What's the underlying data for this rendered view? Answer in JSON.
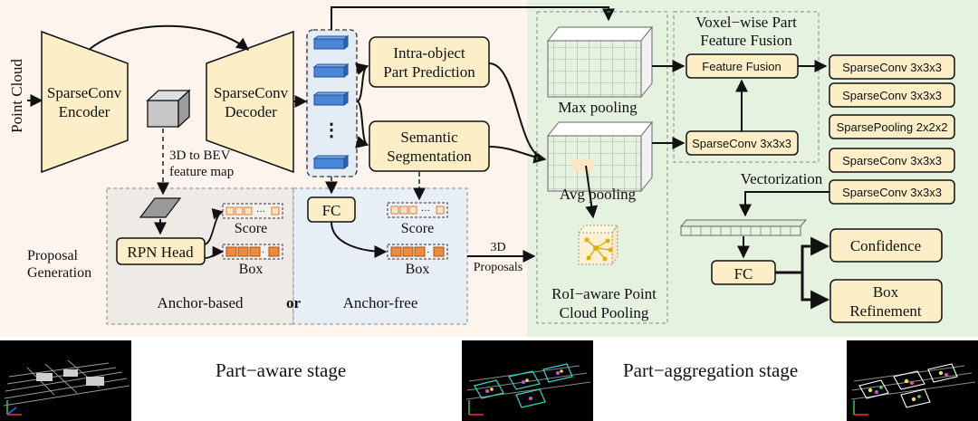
{
  "labels": {
    "point_cloud": "Point Cloud",
    "encoder_1": "SparseConv",
    "encoder_2": "Encoder",
    "decoder_1": "SparseConv",
    "decoder_2": "Decoder",
    "bev_1": "3D to BEV",
    "bev_2": "feature map",
    "fc_dots": "⋮",
    "intra_1": "Intra-object",
    "intra_2": "Part Prediction",
    "seg_1": "Semantic",
    "seg_2": "Segmentation",
    "proposal_1": "Proposal",
    "proposal_2": "Generation",
    "rpn_head": "RPN Head",
    "score_left": "Score",
    "box_left": "Box",
    "anchor_based": "Anchor-based",
    "or": "or",
    "anchor_free": "Anchor-free",
    "fc_free": "FC",
    "score_right": "Score",
    "box_right": "Box",
    "proposals_1": "3D",
    "proposals_2": "Proposals",
    "max_pooling": "Max pooling",
    "avg_pooling": "Avg pooling",
    "roi_1": "RoI−aware Point",
    "roi_2": "Cloud Pooling",
    "fusion_title_1": "Voxel−wise Part",
    "fusion_title_2": "Feature Fusion",
    "feature_fusion": "Feature Fusion",
    "sparseconv_small": "SparseConv 3x3x3",
    "vectorization": "Vectorization",
    "fc_head": "FC",
    "confidence": "Confidence",
    "box_ref_1": "Box",
    "box_ref_2": "Refinement",
    "stage_aware": "Part−aware stage",
    "stage_aggregation": "Part−aggregation stage"
  },
  "conv_stack": [
    "SparseConv 3x3x3",
    "SparseConv 3x3x3",
    "SparsePooling 2x2x2",
    "SparseConv 3x3x3",
    "SparseConv 3x3x3"
  ],
  "colors": {
    "block_fill": "#fcefc7",
    "stage1_bg": "#fdf4ee",
    "stage2_bg": "#e6f2e0",
    "anchor_free_bg": "#e8eef6",
    "feature_blue": "#4a86d6",
    "box_orange": "#ef8b3a"
  }
}
